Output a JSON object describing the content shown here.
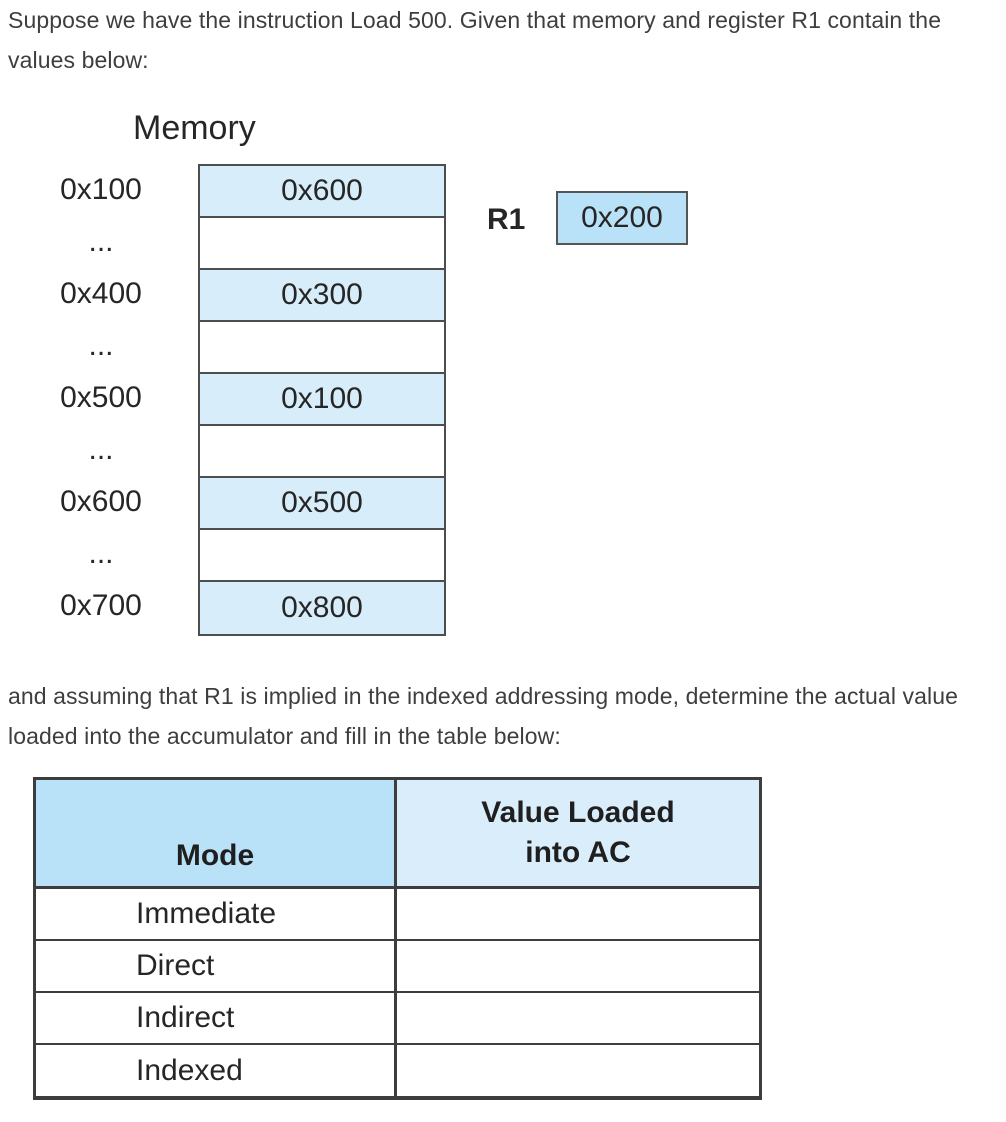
{
  "intro": {
    "line1": "Suppose we have the instruction Load 500. Given that memory and register R1 contain the",
    "line2": "values below:"
  },
  "memory_diagram": {
    "title": "Memory",
    "rows": [
      {
        "address": "0x100",
        "value": "0x600",
        "filled": true
      },
      {
        "address": "...",
        "value": "",
        "filled": false
      },
      {
        "address": "0x400",
        "value": "0x300",
        "filled": true
      },
      {
        "address": "...",
        "value": "",
        "filled": false
      },
      {
        "address": "0x500",
        "value": "0x100",
        "filled": true
      },
      {
        "address": "...",
        "value": "",
        "filled": false
      },
      {
        "address": "0x600",
        "value": "0x500",
        "filled": true
      },
      {
        "address": "...",
        "value": "",
        "filled": false
      },
      {
        "address": "0x700",
        "value": "0x800",
        "filled": true
      }
    ]
  },
  "register": {
    "label": "R1",
    "value": "0x200"
  },
  "middle": {
    "line1": "and assuming that R1 is implied in the indexed addressing mode, determine the actual value",
    "line2": "loaded into the accumulator and fill in the table below:"
  },
  "answer_table": {
    "headers": {
      "mode": "Mode",
      "value_line1": "Value Loaded",
      "value_line2": "into AC"
    },
    "rows": [
      {
        "mode": "Immediate",
        "value": ""
      },
      {
        "mode": "Direct",
        "value": ""
      },
      {
        "mode": "Indirect",
        "value": ""
      },
      {
        "mode": "Indexed",
        "value": ""
      }
    ]
  },
  "colors": {
    "cell_fill_light": "#d7edfa",
    "cell_fill_medium": "#b9e2f8",
    "header_fill_light": "#d9eefa",
    "border_dark": "#3d3d3d",
    "body_text": "#3e3e3e"
  }
}
